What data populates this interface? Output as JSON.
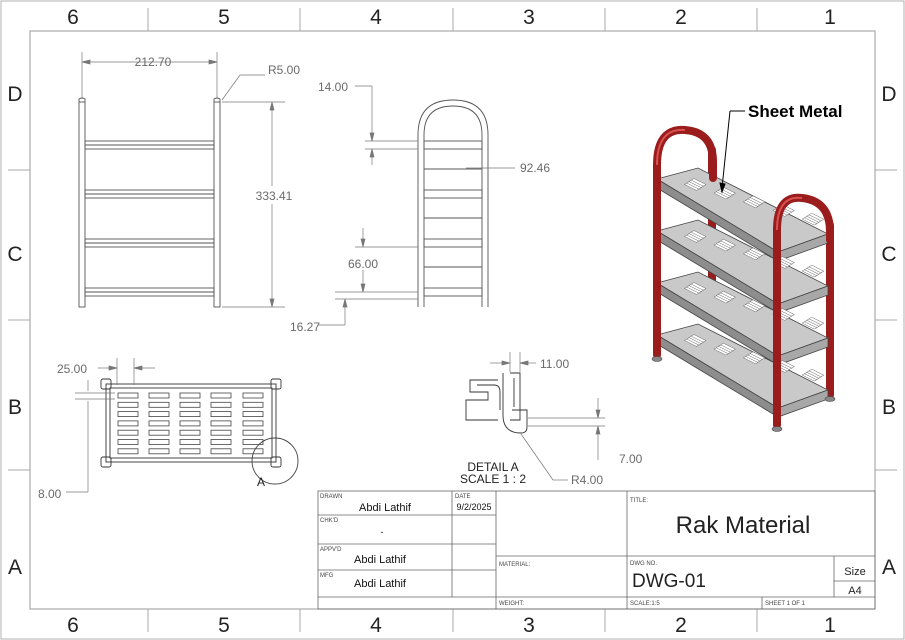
{
  "zones": {
    "columns": [
      "6",
      "5",
      "4",
      "3",
      "2",
      "1"
    ],
    "rows": [
      "D",
      "C",
      "B",
      "A"
    ]
  },
  "dimensions": {
    "width": "212.70",
    "radius_top": "R5.00",
    "height": "333.41",
    "top_offset": "14.00",
    "depth": "92.46",
    "shelf_pitch": "66.00",
    "bottom_offset": "16.27",
    "slot_pitch": "25.00",
    "slot_edge": "8.00",
    "detail_width": "11.00",
    "detail_height": "7.00",
    "detail_radius": "R4.00"
  },
  "detail": {
    "marker": "A",
    "title": "DETAIL A",
    "scale": "SCALE 1 : 2"
  },
  "callout": "Sheet Metal",
  "title_block": {
    "drawn_label": "DRAWN",
    "drawn": "Abdi Lathif",
    "date_label": "DATE",
    "date": "9/2/2025",
    "chkd_label": "CHK'D",
    "chkd": "-",
    "appvd_label": "APPV'D",
    "appvd": "Abdi Lathif",
    "mfg_label": "MFG",
    "mfg": "Abdi Lathif",
    "material_label": "MATERIAL:",
    "weight_label": "WEIGHT:",
    "title_label": "TITLE:",
    "title": "Rak Material",
    "dwg_label": "DWG NO.",
    "dwg": "DWG-01",
    "size_label": "Size",
    "size": "A4",
    "scale": "SCALE:1:5",
    "sheet": "SHEET 1 OF 1"
  },
  "colors": {
    "frame": "#9a1c1c",
    "shelf": "#c9c9c9",
    "line": "#555555"
  }
}
